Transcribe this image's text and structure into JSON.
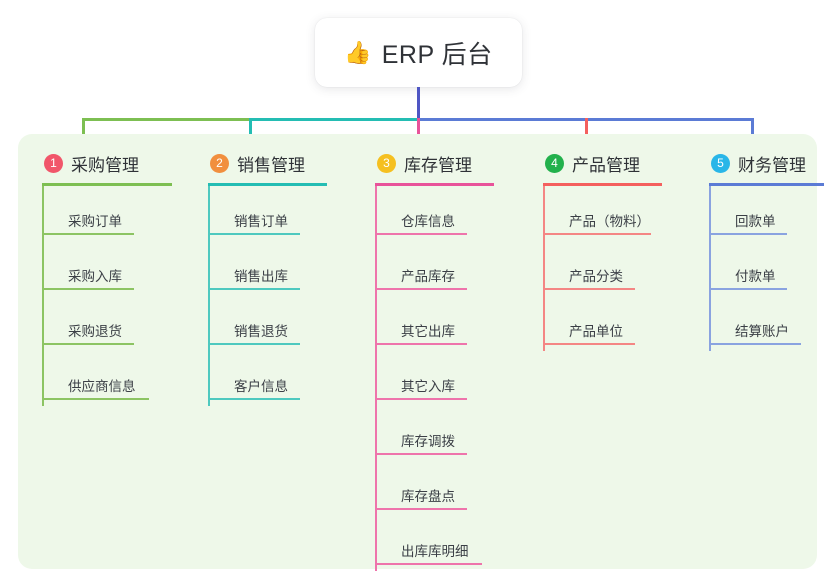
{
  "title_card": {
    "icon": "thumbs-up-icon",
    "icon_glyph": "👍",
    "text": "ERP 后台"
  },
  "colors": {
    "panel_bg": "#eef8e9",
    "page_bg": "#ffffff",
    "trunk": "#4f56c4",
    "text": "#2f3237"
  },
  "diagram": {
    "type": "mind-map",
    "root": "ERP 后台",
    "columns": [
      {
        "number": "1",
        "title": "采购管理",
        "badge_color": "#f1566a",
        "line_color": "#7dbf52",
        "items": [
          "采购订单",
          "采购入库",
          "采购退货",
          "供应商信息"
        ]
      },
      {
        "number": "2",
        "title": "销售管理",
        "badge_color": "#f18f3e",
        "line_color": "#24bdb3",
        "items": [
          "销售订单",
          "销售出库",
          "销售退货",
          "客户信息"
        ]
      },
      {
        "number": "3",
        "title": "库存管理",
        "badge_color": "#f6c game",
        "line_color": "#e8539a",
        "items": [
          "仓库信息",
          "产品库存",
          "其它出库",
          "其它入库",
          "库存调拨",
          "库存盘点",
          "出库库明细"
        ]
      },
      {
        "number": "4",
        "title": "产品管理",
        "badge_color": "#22b14c",
        "line_color": "#f4605e",
        "items": [
          "产品（物料）",
          "产品分类",
          "产品单位"
        ]
      },
      {
        "number": "5",
        "title": "财务管理",
        "badge_color": "#29b6e8",
        "line_color": "#5b7bd5",
        "items": [
          "回款单",
          "付款单",
          "结算账户"
        ]
      }
    ]
  }
}
